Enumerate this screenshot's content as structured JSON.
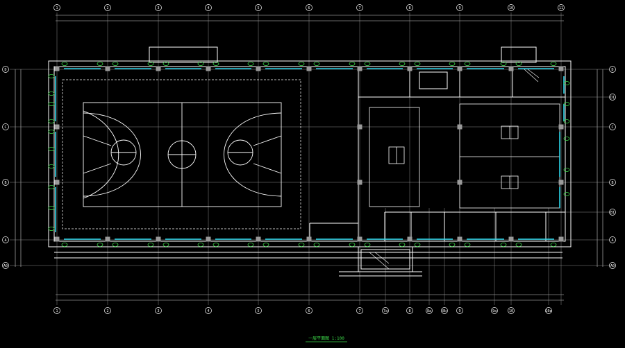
{
  "drawing": {
    "title": "一层平面图 1:100",
    "bubble_top_labels": [
      "1",
      "2",
      "3",
      "4",
      "5",
      "6",
      "7",
      "8",
      "9",
      "10",
      "11"
    ],
    "bubble_bottom_labels": [
      "1",
      "2",
      "3",
      "4",
      "5",
      "6",
      "7",
      "7a",
      "8",
      "8a",
      "8b",
      "9",
      "9a",
      "10",
      "10a"
    ],
    "bubble_left_labels": [
      "D",
      "C",
      "B",
      "A",
      "A0"
    ],
    "bubble_right_labels": [
      "D",
      "D1",
      "C",
      "B",
      "B1",
      "A",
      "A0"
    ],
    "overall_dim_top": "",
    "overall_dim_bottom": ""
  },
  "colors": {
    "background": "#000000",
    "wall": "#ffffff",
    "grid": "#b0b0b0",
    "window": "#2ad4e8",
    "tag": "#3ddc4a",
    "column": "#9a9a9a"
  }
}
